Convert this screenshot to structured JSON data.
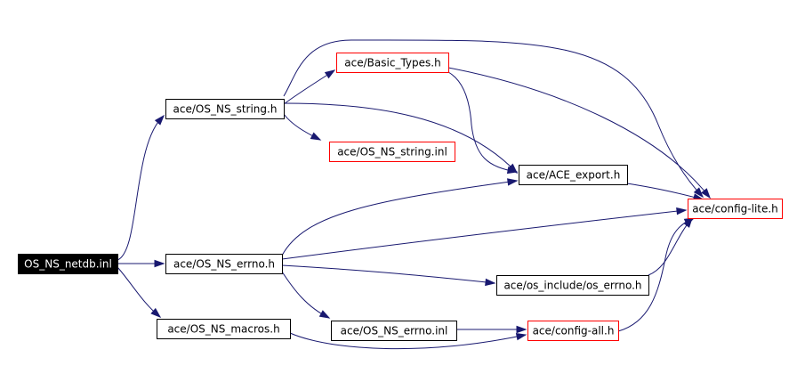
{
  "colors": {
    "edge": "#191970",
    "box_default": "#000000",
    "box_external": "#ff0000",
    "root_fill": "#000000",
    "root_text": "#ffffff",
    "text": "#000000"
  },
  "nodes": [
    {
      "id": "netdb",
      "label": "OS_NS_netdb.inl",
      "style": "root"
    },
    {
      "id": "string_h",
      "label": "ace/OS_NS_string.h",
      "style": "default"
    },
    {
      "id": "errno_h",
      "label": "ace/OS_NS_errno.h",
      "style": "default"
    },
    {
      "id": "macros_h",
      "label": "ace/OS_NS_macros.h",
      "style": "default"
    },
    {
      "id": "basic_types",
      "label": "ace/Basic_Types.h",
      "style": "external"
    },
    {
      "id": "string_inl",
      "label": "ace/OS_NS_string.inl",
      "style": "external"
    },
    {
      "id": "ace_export",
      "label": "ace/ACE_export.h",
      "style": "default"
    },
    {
      "id": "config_lite",
      "label": "ace/config-lite.h",
      "style": "external"
    },
    {
      "id": "os_errno",
      "label": "ace/os_include/os_errno.h",
      "style": "default"
    },
    {
      "id": "errno_inl",
      "label": "ace/OS_NS_errno.inl",
      "style": "default"
    },
    {
      "id": "config_all",
      "label": "ace/config-all.h",
      "style": "external"
    }
  ],
  "edges": [
    {
      "from": "netdb",
      "to": "string_h"
    },
    {
      "from": "netdb",
      "to": "errno_h"
    },
    {
      "from": "netdb",
      "to": "macros_h"
    },
    {
      "from": "string_h",
      "to": "basic_types"
    },
    {
      "from": "string_h",
      "to": "config_lite"
    },
    {
      "from": "string_h",
      "to": "string_inl"
    },
    {
      "from": "string_h",
      "to": "ace_export"
    },
    {
      "from": "basic_types",
      "to": "ace_export"
    },
    {
      "from": "basic_types",
      "to": "config_lite"
    },
    {
      "from": "ace_export",
      "to": "config_lite"
    },
    {
      "from": "errno_h",
      "to": "ace_export"
    },
    {
      "from": "errno_h",
      "to": "config_lite"
    },
    {
      "from": "errno_h",
      "to": "os_errno"
    },
    {
      "from": "errno_h",
      "to": "errno_inl"
    },
    {
      "from": "os_errno",
      "to": "config_lite"
    },
    {
      "from": "errno_inl",
      "to": "config_all"
    },
    {
      "from": "macros_h",
      "to": "config_all"
    },
    {
      "from": "config_all",
      "to": "config_lite"
    }
  ]
}
